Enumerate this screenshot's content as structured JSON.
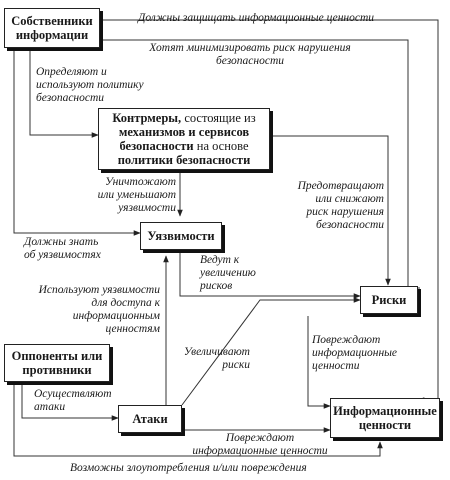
{
  "nodes": {
    "owners": "Собственники информации",
    "countermeasures_a": "Контрмеры,",
    "countermeasures_b": " состоящие из",
    "countermeasures_c": "механизмов и сервисов безопасности",
    "countermeasures_d": " на основе",
    "countermeasures_e": "политики безопасности",
    "vulnerabilities": "Уязвимости",
    "risks": "Риски",
    "opponents": "Оппоненты или противники",
    "attacks": "Атаки",
    "assets": "Информационные ценности"
  },
  "edges": {
    "must_protect": "Должны защищать информационные ценности",
    "minimize_risk_1": "Хотят минимизировать риск нарушения",
    "minimize_risk_2": "безопасности",
    "define_policy_1": "Определяют и",
    "define_policy_2": "используют политику",
    "define_policy_3": "безопасности",
    "destroy_vuln_1": "Уничтожают",
    "destroy_vuln_2": "или уменьшают",
    "destroy_vuln_3": "уязвимости",
    "prevent_1": "Предотвращают",
    "prevent_2": "или снижают",
    "prevent_3": "риск нарушения",
    "prevent_4": "безопасности",
    "know_vuln_1": "Должны знать",
    "know_vuln_2": "об уязвимостях",
    "lead_to_1": "Ведут к",
    "lead_to_2": "увеличению",
    "lead_to_3": "рисков",
    "exploit_1": "Используют уязвимости",
    "exploit_2": "для доступа к",
    "exploit_3": "информационным",
    "exploit_4": "ценностям",
    "damage_1": "Повреждают",
    "damage_2": "информационные",
    "damage_3": "ценности",
    "increase_1": "Увеличивают",
    "increase_2": "риски",
    "perform_1": "Осуществляют",
    "perform_2": "атаки",
    "attacks_damage_1": "Повреждают",
    "attacks_damage_2": "информационные ценности",
    "abuse": "Возможны злоупотребления и/или повреждения"
  }
}
